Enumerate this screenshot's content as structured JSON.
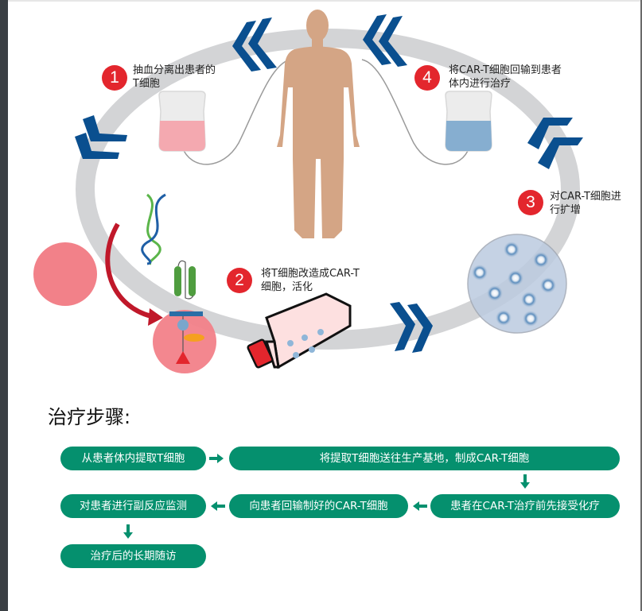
{
  "colors": {
    "pill_bg": "#05906e",
    "arrow": "#05906e",
    "badge": "#e3262d",
    "chevron": "#0a4f8f",
    "ring": "#d3d4d6",
    "skin": "#d4a585"
  },
  "cycle_steps": [
    {
      "number": "1",
      "label_line1": "抽血分离出患者的",
      "label_line2": "T细胞"
    },
    {
      "number": "2",
      "label_line1": "将T细胞改造成CAR-T",
      "label_line2": "细胞，活化"
    },
    {
      "number": "3",
      "label_line1": "对CAR-T细胞进",
      "label_line2": "行扩增"
    },
    {
      "number": "4",
      "label_line1": "将CAR-T细胞回输到患者",
      "label_line2": "体内进行治疗"
    }
  ],
  "treatment": {
    "title": "治疗步骤:",
    "steps": [
      "从患者体内提取T细胞",
      "将提取T细胞送往生产基地，制成CAR-T细胞",
      "患者在CAR-T治疗前先接受化疗",
      "向患者回输制好的CAR-T细胞",
      "对患者进行副反应监测",
      "治疗后的长期随访"
    ]
  }
}
